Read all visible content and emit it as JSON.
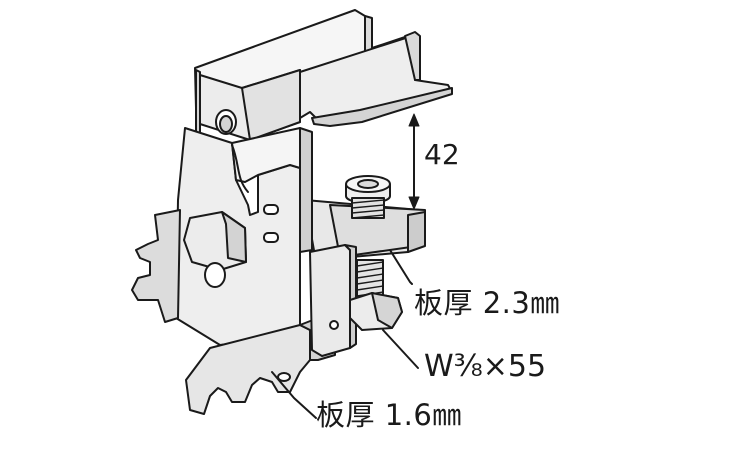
{
  "figure": {
    "dimension_label": "42",
    "upper_plate_label": "板厚 2.3㎜",
    "bolt_label": "W⅜×55",
    "lower_plate_label": "板厚 1.6㎜"
  },
  "colors": {
    "line": "#1a1a1a",
    "metal_face": "#e9e9e9",
    "metal_light": "#f6f6f6",
    "metal_shade": "#cfcfcf",
    "bolt_face": "#ececec"
  }
}
